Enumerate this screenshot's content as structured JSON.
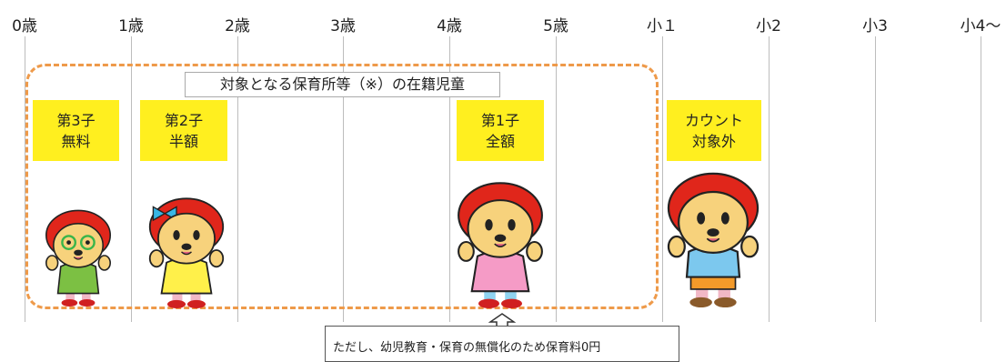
{
  "ages": [
    "0歳",
    "1歳",
    "2歳",
    "3歳",
    "4歳",
    "5歳",
    "小１",
    "小2",
    "小3",
    "小4～"
  ],
  "box_title": "対象となる保育所等（※）の在籍児童",
  "tags": [
    {
      "line1": "第3子",
      "line2": "無料"
    },
    {
      "line1": "第2子",
      "line2": "半額"
    },
    {
      "line1": "第1子",
      "line2": "全額"
    },
    {
      "line1": "カウント",
      "line2": "対象外"
    }
  ],
  "note": "ただし、幼児教育・保育の無償化のため保育料0円",
  "colors": {
    "dash": "#ee9a4a",
    "tag": "#ffef1f",
    "hat": "#e0261b",
    "face": "#f7d27c"
  },
  "characters": [
    {
      "icon": "character-green-glasses-icon",
      "shirt": "#7cc043"
    },
    {
      "icon": "character-yellow-ribbon-icon",
      "shirt": "#fff04a"
    },
    {
      "icon": "character-pink-icon",
      "shirt": "#f59bc6"
    },
    {
      "icon": "character-blue-icon",
      "shirt": "#7cc8ee"
    }
  ]
}
